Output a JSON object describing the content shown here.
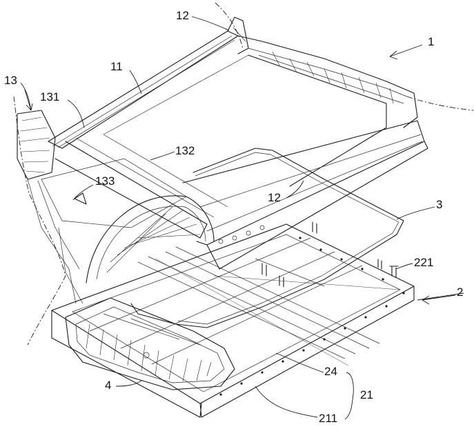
{
  "labels": {
    "ref_1": "1",
    "ref_2": "2",
    "ref_3": "3",
    "ref_4": "4",
    "ref_11": "11",
    "ref_12_top": "12",
    "ref_12_mid": "12",
    "ref_13": "13",
    "ref_131": "131",
    "ref_132": "132",
    "ref_133": "133",
    "ref_21": "21",
    "ref_24": "24",
    "ref_211": "211",
    "ref_221": "221"
  }
}
